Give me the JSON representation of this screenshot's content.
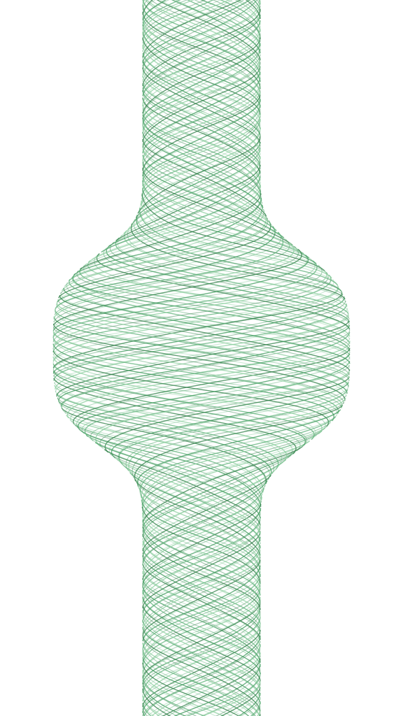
{
  "scene": {
    "subject": "green-wire-mesh-stent",
    "background_color": "#ffffff",
    "wire_colors": [
      "#3f9a5c",
      "#5fb27a",
      "#8ccf9f",
      "#2f7f47"
    ],
    "helix_count": 22,
    "turns_per_length": 4.6,
    "profile_shape": "narrow-neck-bulb-narrow-neck"
  }
}
